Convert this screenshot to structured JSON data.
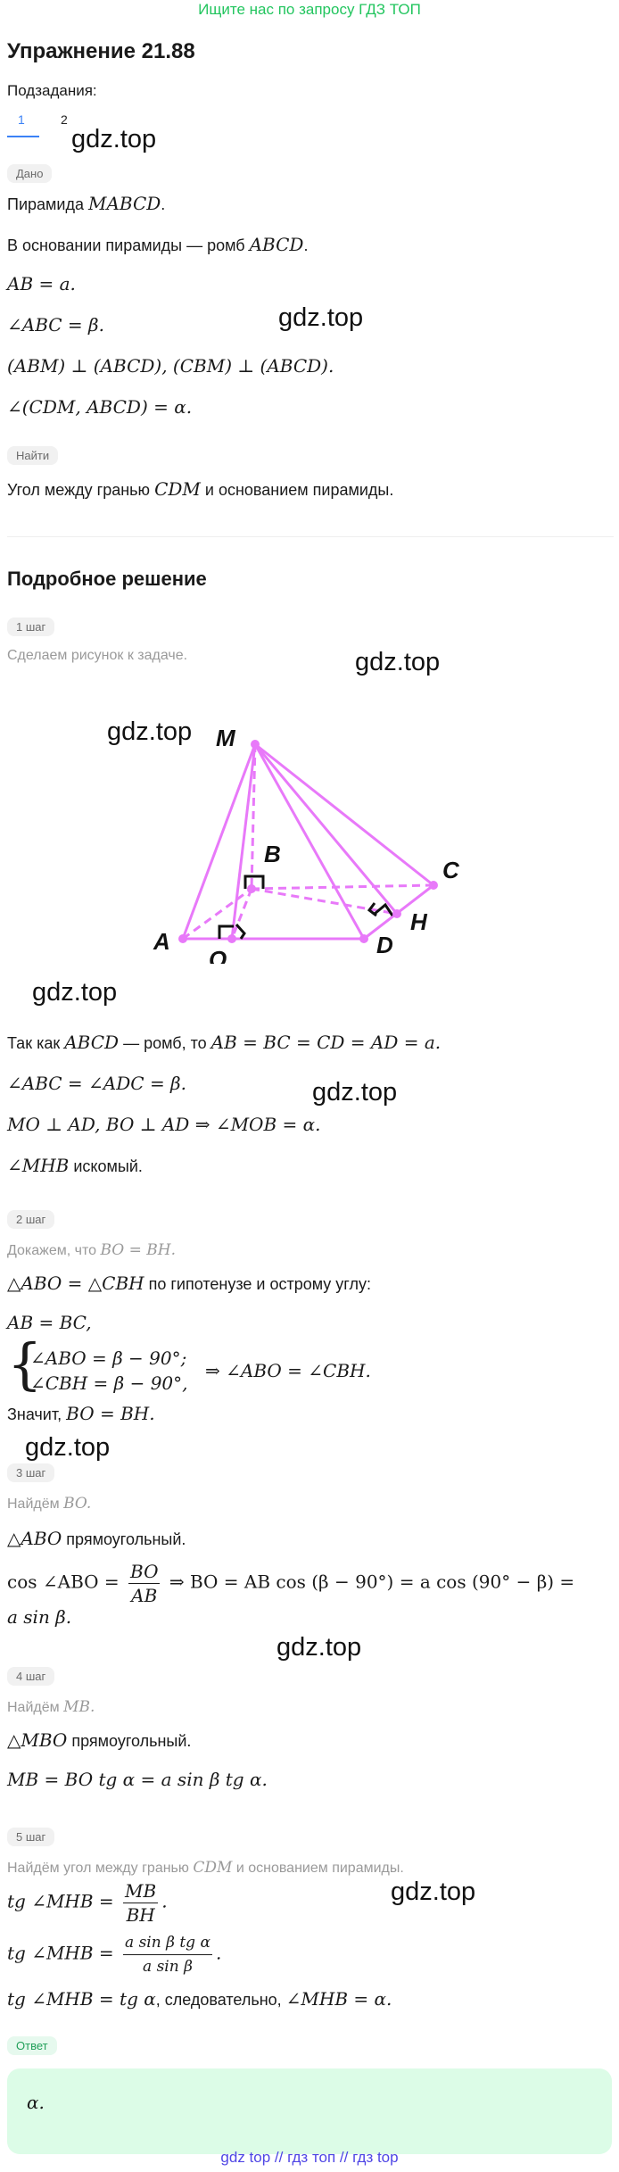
{
  "banner": "Ищите нас по запросу ГДЗ ТОП",
  "title": "Упражнение 21.88",
  "subtasks_label": "Подзадания:",
  "tabs": [
    "1",
    "2"
  ],
  "watermark": "gdz.top",
  "given_chip": "Дано",
  "given": {
    "l1_text": "Пирамида ",
    "l1_math": "MABCD",
    "l1_end": ".",
    "l2_text": "В основании пирамиды — ромб ",
    "l2_math": "ABCD",
    "l2_end": ".",
    "l3": "AB = a.",
    "l4": "∠ABC = β.",
    "l5": "(ABM) ⊥ (ABCD), (CBM) ⊥ (ABCD).",
    "l6": "∠(CDM, ABCD) = α."
  },
  "find_chip": "Найти",
  "find": {
    "text1": "Угол между гранью ",
    "math": "CDM",
    "text2": " и основанием пирамиды."
  },
  "solution_title": "Подробное решение",
  "steps": {
    "s1_chip": "1 шаг",
    "s1_hint": "Сделаем рисунок к задаче.",
    "s1_l1_a": "Так как ",
    "s1_l1_m": "ABCD",
    "s1_l1_b": " — ромб, то ",
    "s1_l1_m2": "AB = BC = CD = AD = a.",
    "s1_l2": "∠ABC = ∠ADC = β.",
    "s1_l3": "MO ⊥ AD,  BO ⊥ AD  ⇒ ∠MOB = α.",
    "s1_l4_m": "∠MHB",
    "s1_l4_t": " искомый.",
    "s2_chip": "2 шаг",
    "s2_hint_t": "Докажем, что ",
    "s2_hint_m": "BO = BH.",
    "s2_l1_m": "△ABO = △CBH",
    "s2_l1_t": " по гипотенузе и острому углу:",
    "s2_l2": "AB = BC,",
    "s2_sys1": "∠ABO = β − 90°;",
    "s2_sys2": "∠CBH = β − 90°,",
    "s2_sys_res": "⇒ ∠ABO = ∠CBH.",
    "s2_l3_t": "Значит, ",
    "s2_l3_m": "BO = BH.",
    "s3_chip": "3 шаг",
    "s3_hint_t": "Найдём ",
    "s3_hint_m": "BO.",
    "s3_l1_m": "△ABO",
    "s3_l1_t": " прямоугольный.",
    "s3_l2_a": "cos ∠ABO = ",
    "s3_l2_num": "BO",
    "s3_l2_den": "AB",
    "s3_l2_b": " ⇒  BO = AB cos (β − 90°) = a cos (90° − β) =",
    "s3_l3": "a sin β.",
    "s4_chip": "4 шаг",
    "s4_hint_t": "Найдём ",
    "s4_hint_m": "MB.",
    "s4_l1_m": "△MBO",
    "s4_l1_t": " прямоугольный.",
    "s4_l2": "MB = BO tg α = a sin β tg α.",
    "s5_chip": "5 шаг",
    "s5_hint_t": "Найдём угол между гранью ",
    "s5_hint_m": "CDM",
    "s5_hint_t2": " и основанием пирамиды.",
    "s5_l1_a": "tg ∠MHB = ",
    "s5_l1_num": "MB",
    "s5_l1_den": "BH",
    "s5_l1_end": ".",
    "s5_l2_a": "tg ∠MHB = ",
    "s5_l2_num": "a sin β tg α",
    "s5_l2_den": "a sin β",
    "s5_l2_end": ".",
    "s5_l3_m1": "tg ∠MHB = tg α",
    "s5_l3_t": ", следовательно, ",
    "s5_l3_m2": "∠MHB = α."
  },
  "answer_chip": "Ответ",
  "answer": "α.",
  "figure_labels": {
    "M": "M",
    "B": "B",
    "C": "C",
    "A": "A",
    "O": "O",
    "D": "D",
    "H": "H"
  },
  "footer": "gdz top  //  гдз топ  //  гдз top",
  "colors": {
    "accent_green": "#22c55e",
    "tab_blue": "#3b82f6",
    "figure_pink": "#e879f9",
    "answer_bg": "#dcfce7",
    "footer": "#4f46e5"
  }
}
